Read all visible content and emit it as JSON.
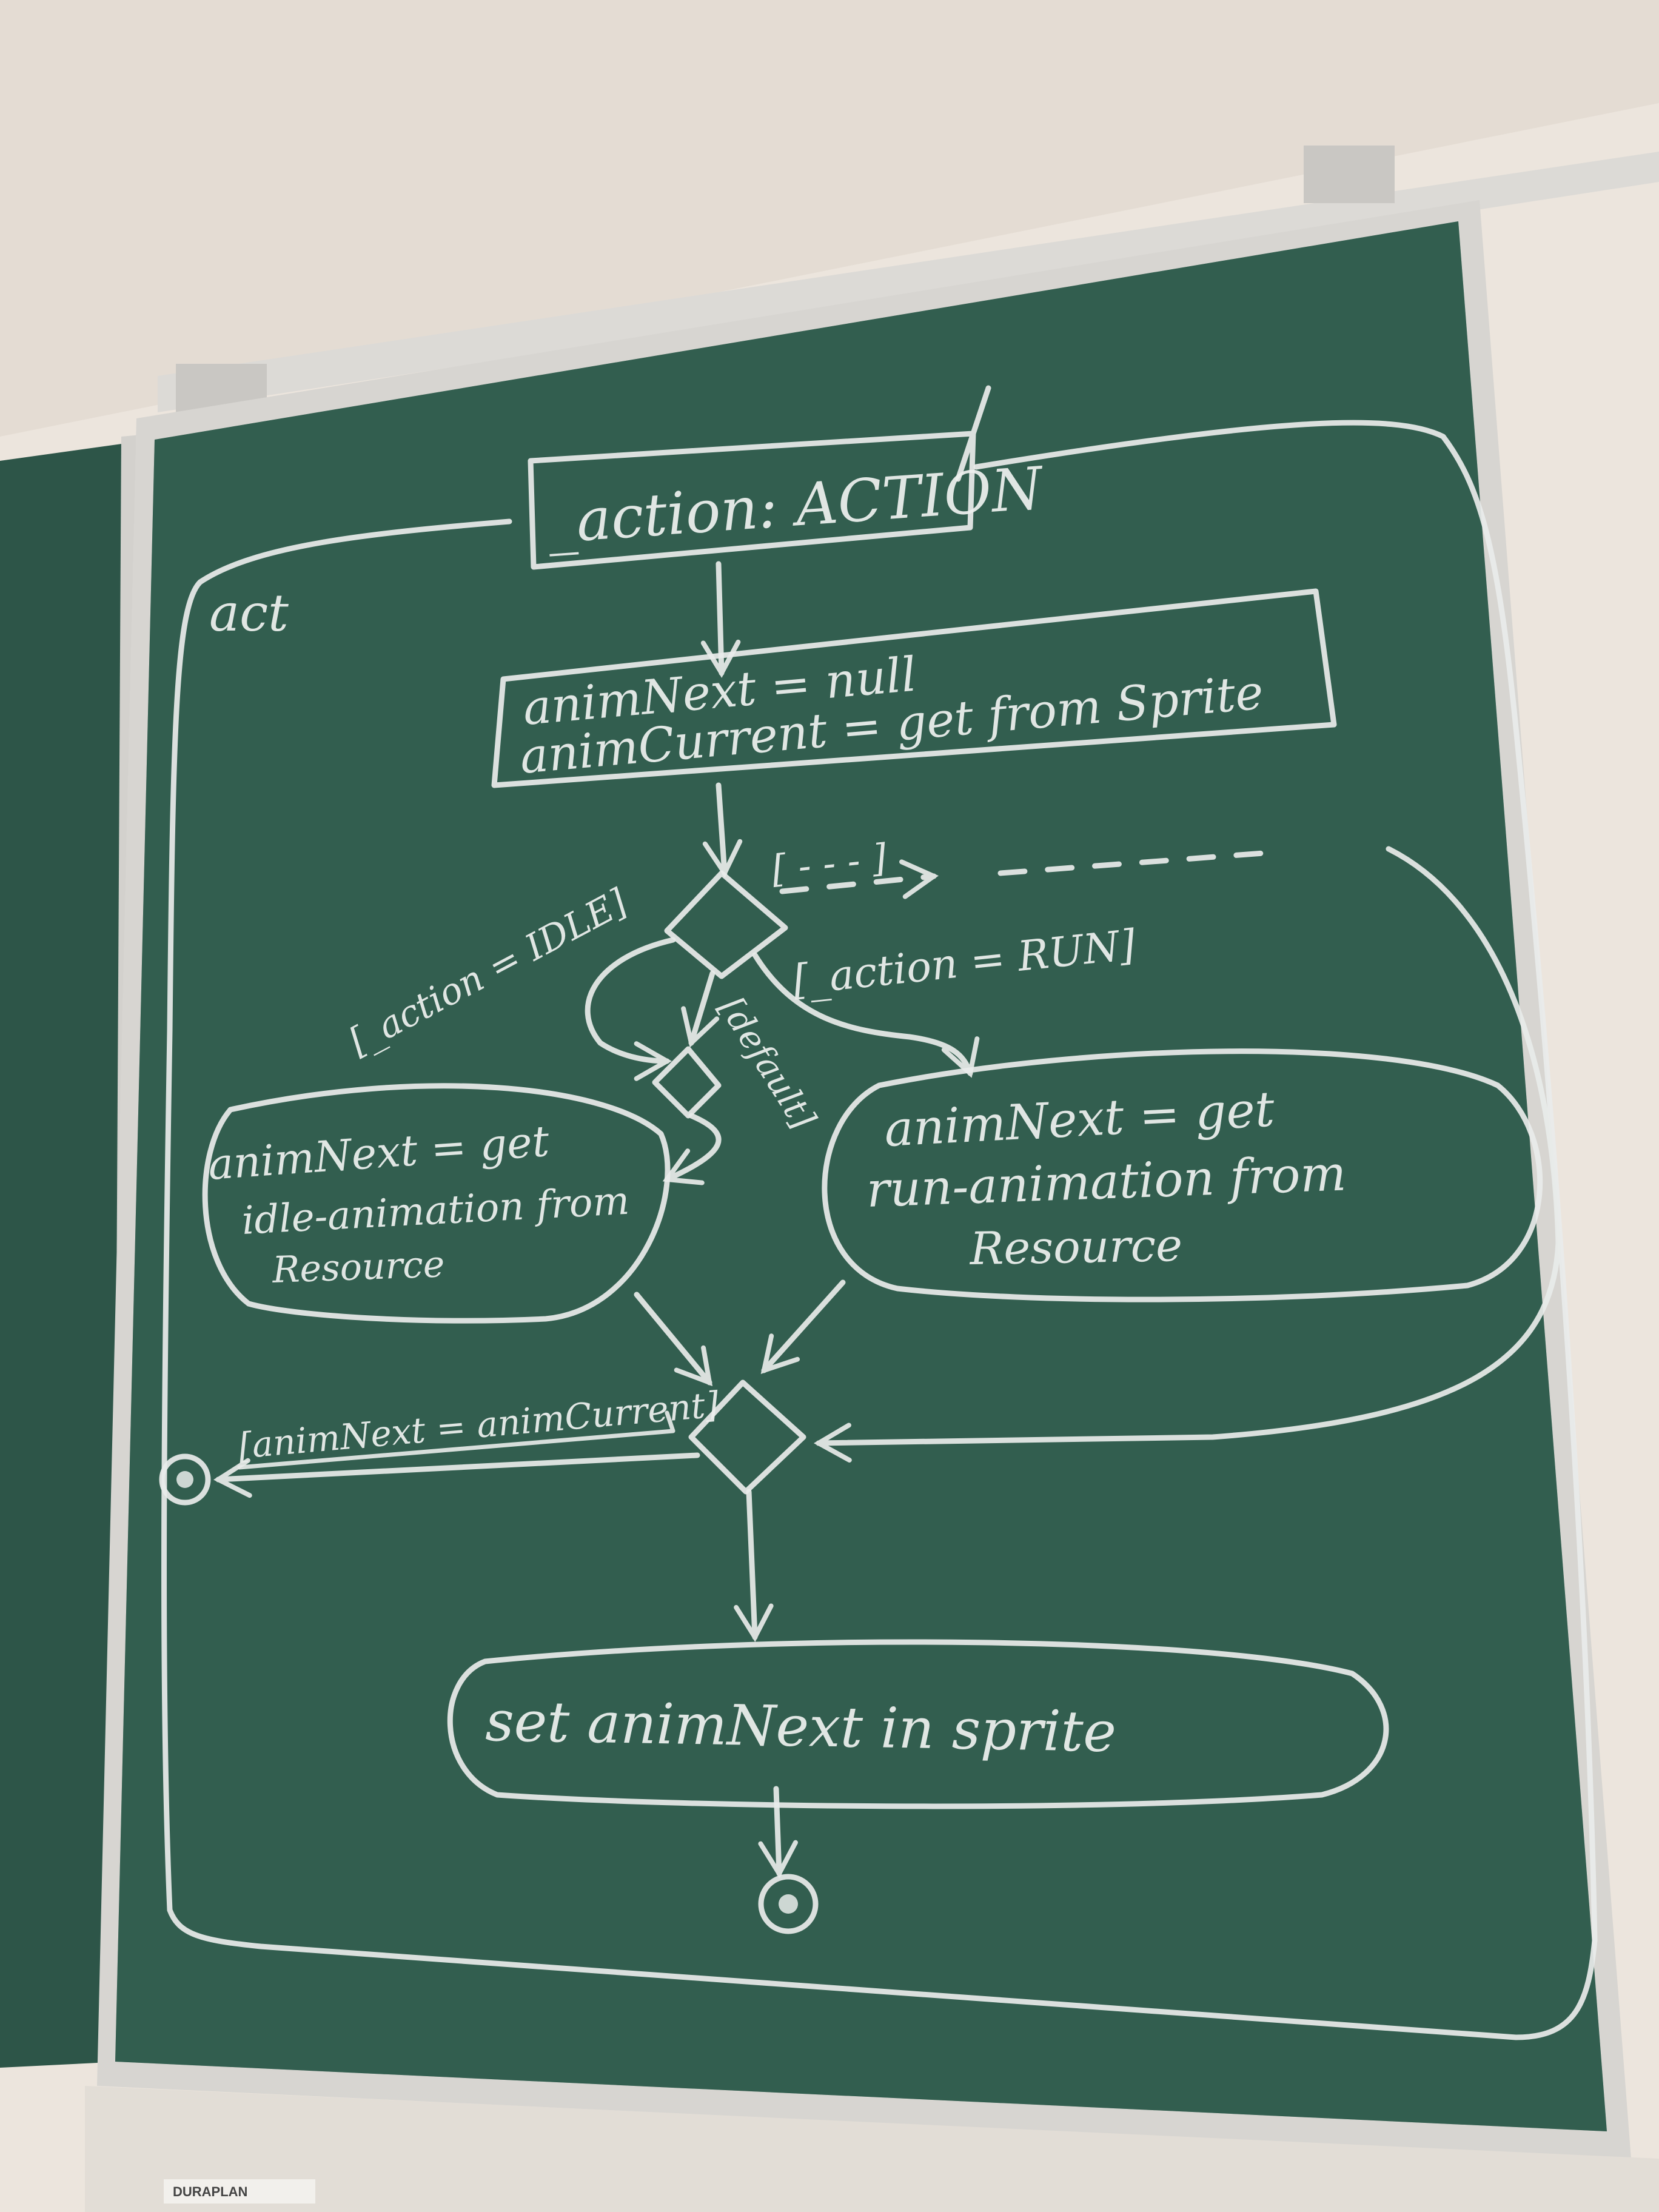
{
  "diagram": {
    "frame_label": "act",
    "parameter": "_action: ACTION",
    "init_lines": [
      "animNext = null",
      "animCurrent = get from Sprite"
    ],
    "guard_other": "[ - - - ]",
    "guard_idle": "[_action = IDLE]",
    "guard_run": "[_action = RUN]",
    "guard_default": "[default]",
    "action_idle": [
      "animNext = get",
      "idle-animation from",
      "Resource"
    ],
    "action_run": [
      "animNext = get",
      "run-animation from",
      "Resource"
    ],
    "guard_same": "[animNext = animCurrent]",
    "action_set": "set animNext in sprite"
  },
  "board": {
    "brand": "DURAPLAN",
    "chalk_color": "#e9ecea",
    "board_color": "#2f5a4c",
    "wall_color": "#e8e0d8"
  }
}
